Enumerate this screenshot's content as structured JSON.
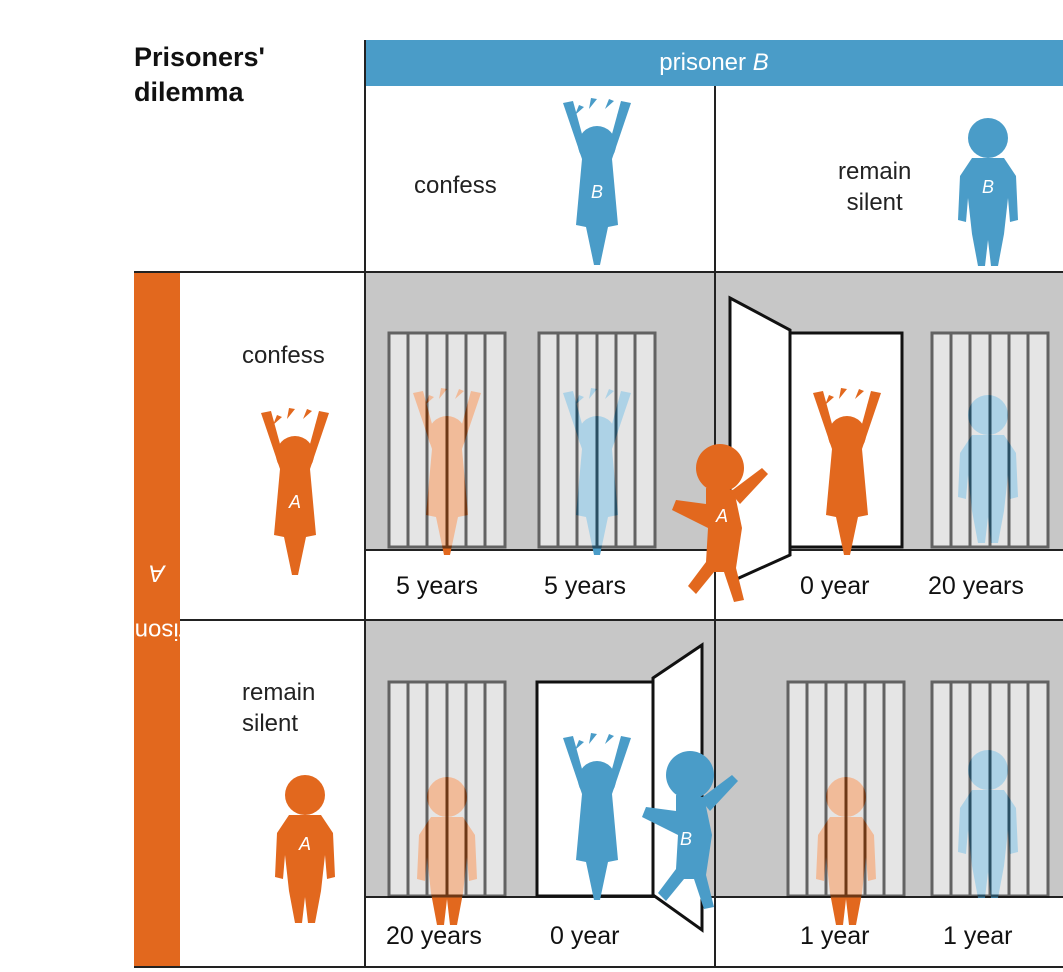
{
  "title": "Prisoners' dilemma",
  "header_b": {
    "label": "prisoner",
    "letter": "B"
  },
  "header_a": {
    "label": "prisoner",
    "letter": "A"
  },
  "columns": [
    {
      "option": "confess"
    },
    {
      "option_line1": "remain",
      "option_line2": "silent"
    }
  ],
  "rows": [
    {
      "option": "confess"
    },
    {
      "option_line1": "remain",
      "option_line2": "silent"
    }
  ],
  "outcomes": {
    "confess_confess": {
      "a": "5 years",
      "b": "5 years"
    },
    "confess_silent": {
      "a": "0 year",
      "b": "20 years"
    },
    "silent_confess": {
      "a": "20 years",
      "b": "0 year"
    },
    "silent_silent": {
      "a": "1 year",
      "b": "1 year"
    }
  },
  "figure_letters": {
    "a": "A",
    "b": "B"
  },
  "colors": {
    "blue": "#4a9cc8",
    "orange": "#e2681e",
    "gray": "#c7c7c7"
  }
}
